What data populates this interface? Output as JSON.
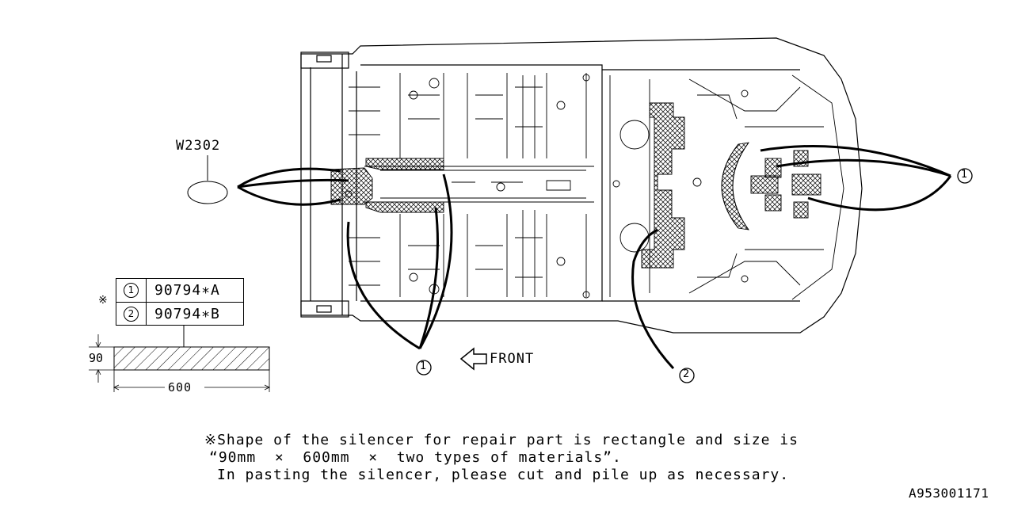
{
  "ref_code": "W2302",
  "callouts": {
    "one": "1",
    "two": "2"
  },
  "front_label": "FRONT",
  "parts_table": {
    "marker": "※",
    "rows": [
      {
        "num": "1",
        "part": "90794∗A"
      },
      {
        "num": "2",
        "part": "90794∗B"
      }
    ]
  },
  "dimensions": {
    "height": "90",
    "width": "600"
  },
  "note": {
    "line1": "※Shape of the silencer for repair part is rectangle and size is",
    "line2": "“90mm  ×  600mm  ×  two types of materials”.",
    "line3": "In pasting the silencer, please cut and pile up as necessary."
  },
  "figure_id": "A953001171"
}
